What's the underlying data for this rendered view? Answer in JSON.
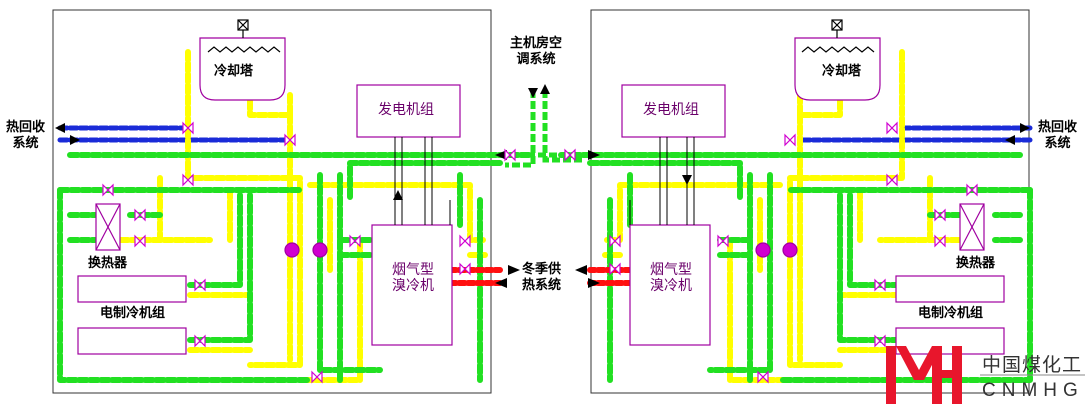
{
  "labels": {
    "heat_recovery_left": [
      "热回收",
      "系统"
    ],
    "heat_recovery_right": [
      "热回收",
      "系统"
    ],
    "cooling_tower_left": "冷却塔",
    "cooling_tower_right": "冷却塔",
    "generator_left": "发电机组",
    "generator_right": "发电机组",
    "host_room_ac": [
      "主机房空",
      "调系统"
    ],
    "winter_heating": [
      "冬季供",
      "热系统"
    ],
    "flue_gas_chiller_left": [
      "烟气型",
      "溴冷机"
    ],
    "flue_gas_chiller_right": [
      "烟气型",
      "溴冷机"
    ],
    "heat_exchanger_left": "换热器",
    "heat_exchanger_right": "换热器",
    "electric_chiller_left": "电制冷机组",
    "electric_chiller_right": "电制冷机组"
  },
  "logo": {
    "cn": "中国煤化工",
    "en": "CNMHG"
  },
  "colors": {
    "green_pipe": "#22e022",
    "yellow_pipe": "#ffff00",
    "blue_pipe": "#1a2bd8",
    "red_pipe": "#ff1010",
    "equipment_outline": "#a000a0",
    "logo_red": "#e8162c"
  }
}
